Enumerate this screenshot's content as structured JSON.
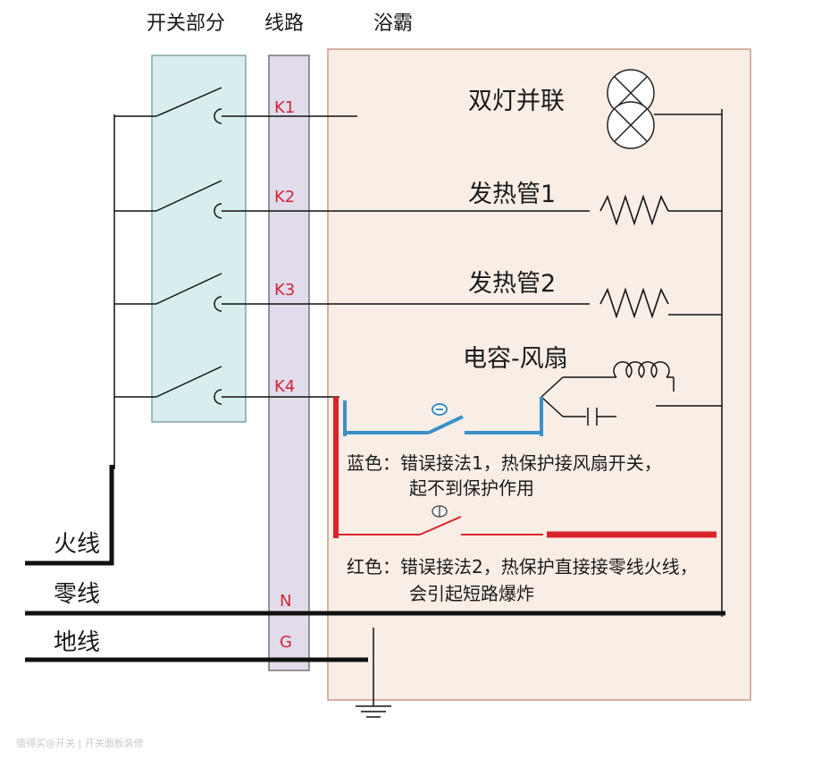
{
  "headers": {
    "switch_section": "开关部分",
    "line_section": "线路",
    "bath_heater": "浴霸"
  },
  "terminals": [
    "K1",
    "K2",
    "K3",
    "K4",
    "N",
    "G"
  ],
  "components": {
    "lamps": "双灯并联",
    "heater1": "发热管1",
    "heater2": "发热管2",
    "capacitor_fan": "电容-风扇"
  },
  "notes": {
    "blue_line1": "蓝色：错误接法1，热保护接风扇开关，",
    "blue_line2": "起不到保护作用",
    "red_line1": "红色：错误接法2，热保护直接接零线火线，",
    "red_line2": "会引起短路爆炸"
  },
  "bus_labels": {
    "live": "火线",
    "neutral": "零线",
    "ground": "地线"
  },
  "watermark": "值得买@开关 | 开关面板装修",
  "colors": {
    "switch_panel": "#d7edee",
    "line_strip": "#e2dcea",
    "heater_box": "#f9eee6",
    "box_border": "#c99a86",
    "blue_wrong": "#3a8fc9",
    "red_wrong": "#d8232a",
    "terminal_text": "#d0243a"
  }
}
